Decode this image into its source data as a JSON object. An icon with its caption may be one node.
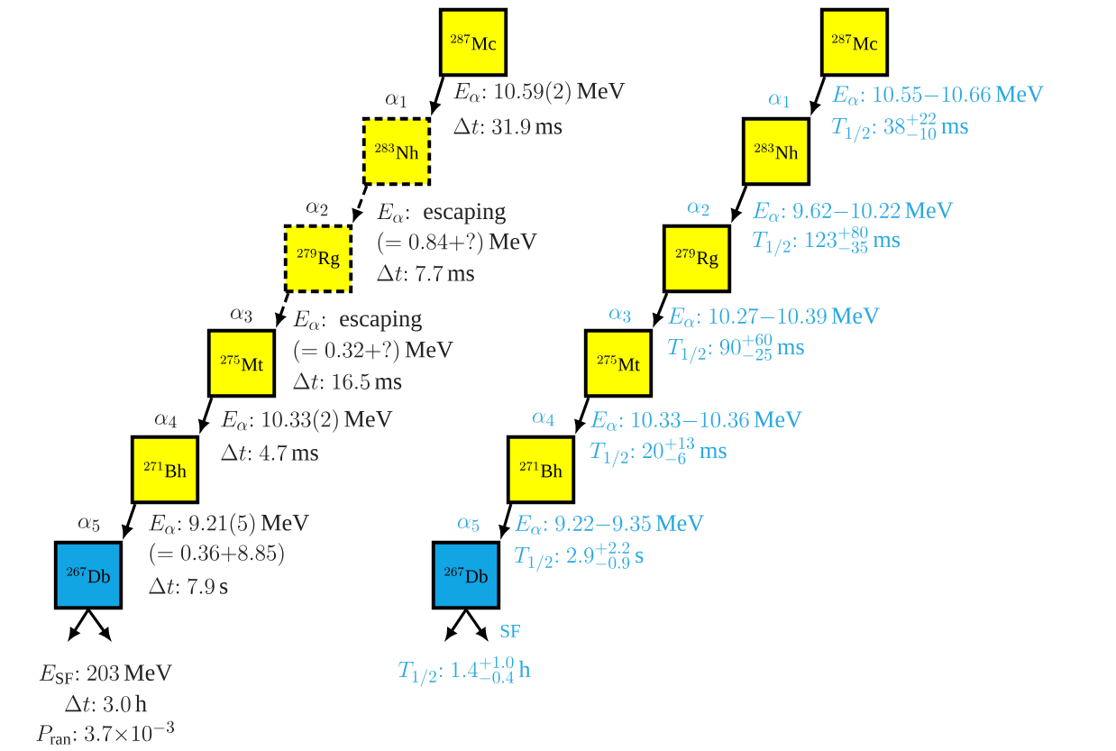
{
  "diagram": {
    "nodes": [
      {
        "text": [
          "{}^{287}\\mathrm{Mc}"
        ]
      },
      {
        "text": [
          "{}^{283}\\mathrm{Nh}"
        ]
      },
      {
        "text": [
          "{}^{279}\\mathrm{Rg}"
        ]
      },
      {
        "text": [
          "{}^{275}\\mathrm{Mt}"
        ]
      },
      {
        "text": [
          "{}^{271}\\mathrm{Bh}"
        ]
      },
      {
        "text": [
          "{}^{267}\\mathrm{Db}"
        ]
      },
      {
        "text": [
          "{}^{287}\\mathrm{Mc}"
        ]
      },
      {
        "text": [
          "{}^{283}\\mathrm{Nh}"
        ]
      },
      {
        "text": [
          "{}^{279}\\mathrm{Rg}"
        ]
      },
      {
        "text": [
          "{}^{275}\\mathrm{Mt}"
        ]
      },
      {
        "text": [
          "{}^{271}\\mathrm{Bh}"
        ]
      },
      {
        "text": [
          "{}^{267}\\mathrm{Db}"
        ]
      }
    ],
    "edges": [
      {
        "from": 0,
        "to": 1,
        "arrow": "to"
      },
      {
        "from": 1,
        "to": 2,
        "arrow": "to",
        "style": "dashed"
      },
      {
        "from": 2,
        "to": 3,
        "arrow": "to",
        "style": "dashed"
      },
      {
        "from": 3,
        "to": 4,
        "arrow": "to"
      },
      {
        "from": 4,
        "to": 5,
        "arrow": "to"
      },
      {
        "from": 5,
        "to": null,
        "arrow": "to"
      },
      {
        "from": 5,
        "to": null,
        "arrow": "to"
      },
      {
        "from": 6,
        "to": 7,
        "arrow": "to"
      },
      {
        "from": 7,
        "to": 8,
        "arrow": "to"
      },
      {
        "from": 8,
        "to": 9,
        "arrow": "to"
      },
      {
        "from": 9,
        "to": 10,
        "arrow": "to"
      },
      {
        "from": 10,
        "to": 11,
        "arrow": "to"
      },
      {
        "from": 11,
        "to": null,
        "arrow": "to"
      },
      {
        "from": 11,
        "to": null,
        "arrow": "to",
        "label": "SF"
      }
    ],
    "labels": [
      "\\alpha_1",
      "E_\\alpha\\mathrm{:}\\ 10.59(2)\\,\\mathrm{MeV}",
      "\\Delta t\\mathrm{:}\\ 31.9\\,\\mathrm{ms}",
      "\\alpha_2",
      "E_\\alpha\\mathrm{:\\ escaping}",
      "(=0.84{+}?)\\,\\mathrm{MeV}",
      "\\Delta t\\mathrm{:}\\ 7.7\\,\\mathrm{ms}",
      "\\alpha_3",
      "E_\\alpha\\mathrm{:\\ escaping}",
      "(=0.32{+}?)\\,\\mathrm{MeV}",
      "\\Delta t\\mathrm{:}\\ 16.5\\,\\mathrm{ms}",
      "\\alpha_4",
      "E_\\alpha\\mathrm{:}\\ 10.33(2)\\,\\mathrm{MeV}",
      "\\Delta t\\mathrm{:}\\ 4.7\\,\\mathrm{ms}",
      "\\alpha_5",
      "E_\\alpha\\mathrm{:}\\ 9.21(5)\\,\\mathrm{MeV}",
      "(=0.36{+}8.85)",
      "\\Delta t\\mathrm{:}\\ 7.9\\,\\mathrm{s}",
      "E_\\mathrm{SF}\\mathrm{:}\\ 203\\,\\mathrm{MeV}",
      "\\Delta t\\mathrm{:}\\ 3.0\\,\\mathrm{h}",
      "P_\\mathrm{ran}\\mathrm{:}\\ 3.7{\\times}10^{-3}",
      "\\alpha_1",
      "E_\\alpha\\mathrm{:}\\ 10.55{-}10.66\\,\\mathrm{MeV}",
      "T_{1/2}\\mathrm{:}\\ 38^{+22}_{-10}\\,\\mathrm{ms}",
      "\\alpha_2",
      "E_\\alpha\\mathrm{:}\\ 9.62{-}10.22\\,\\mathrm{MeV}",
      "T_{1/2}\\mathrm{:}\\ 123^{+80}_{-35}\\,\\mathrm{ms}",
      "\\alpha_3",
      "E_\\alpha\\mathrm{:}\\ 10.27{-}10.39\\,\\mathrm{MeV}",
      "T_{1/2}\\mathrm{:}\\ 90^{+60}_{-25}\\,\\mathrm{ms}",
      "\\alpha_4",
      "E_\\alpha\\mathrm{:}\\ 10.33{-}10.36\\,\\mathrm{MeV}",
      "T_{1/2}\\mathrm{:}\\ 20^{+13}_{-6}\\,\\mathrm{ms}",
      "\\alpha_5",
      "E_\\alpha\\mathrm{:}\\ 9.22{-}9.35\\,\\mathrm{MeV}",
      "T_{1/2}\\mathrm{:}\\ 2.9^{+2.2}_{-0.9}\\,\\mathrm{s}",
      "T_{1/2}\\mathrm{:}\\ 1.4^{+1.0}_{-0.4}\\,\\mathrm{h}"
    ]
  }
}
